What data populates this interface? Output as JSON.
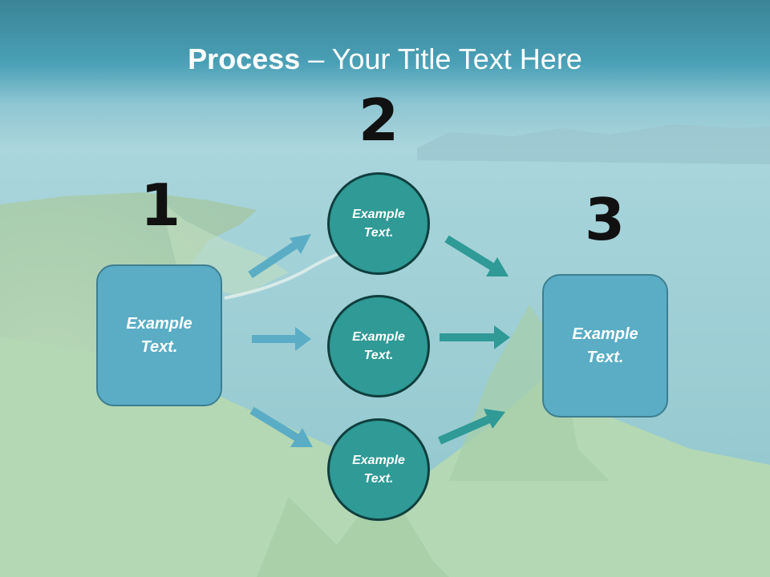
{
  "title": {
    "bold": "Process",
    "rest": " – Your Title Text Here"
  },
  "steps": {
    "one": "1",
    "two": "2",
    "three": "3"
  },
  "left_box": {
    "text": "Example\nText."
  },
  "circles": [
    {
      "text": "Example\nText."
    },
    {
      "text": "Example\nText."
    },
    {
      "text": "Example\nText."
    }
  ],
  "right_box": {
    "text": "Example\nText."
  },
  "colors": {
    "box_fill": "#5aadc5",
    "circle_fill": "#2f9a96",
    "arrow_light": "#5aadc5",
    "arrow_dark": "#2f9a96"
  }
}
